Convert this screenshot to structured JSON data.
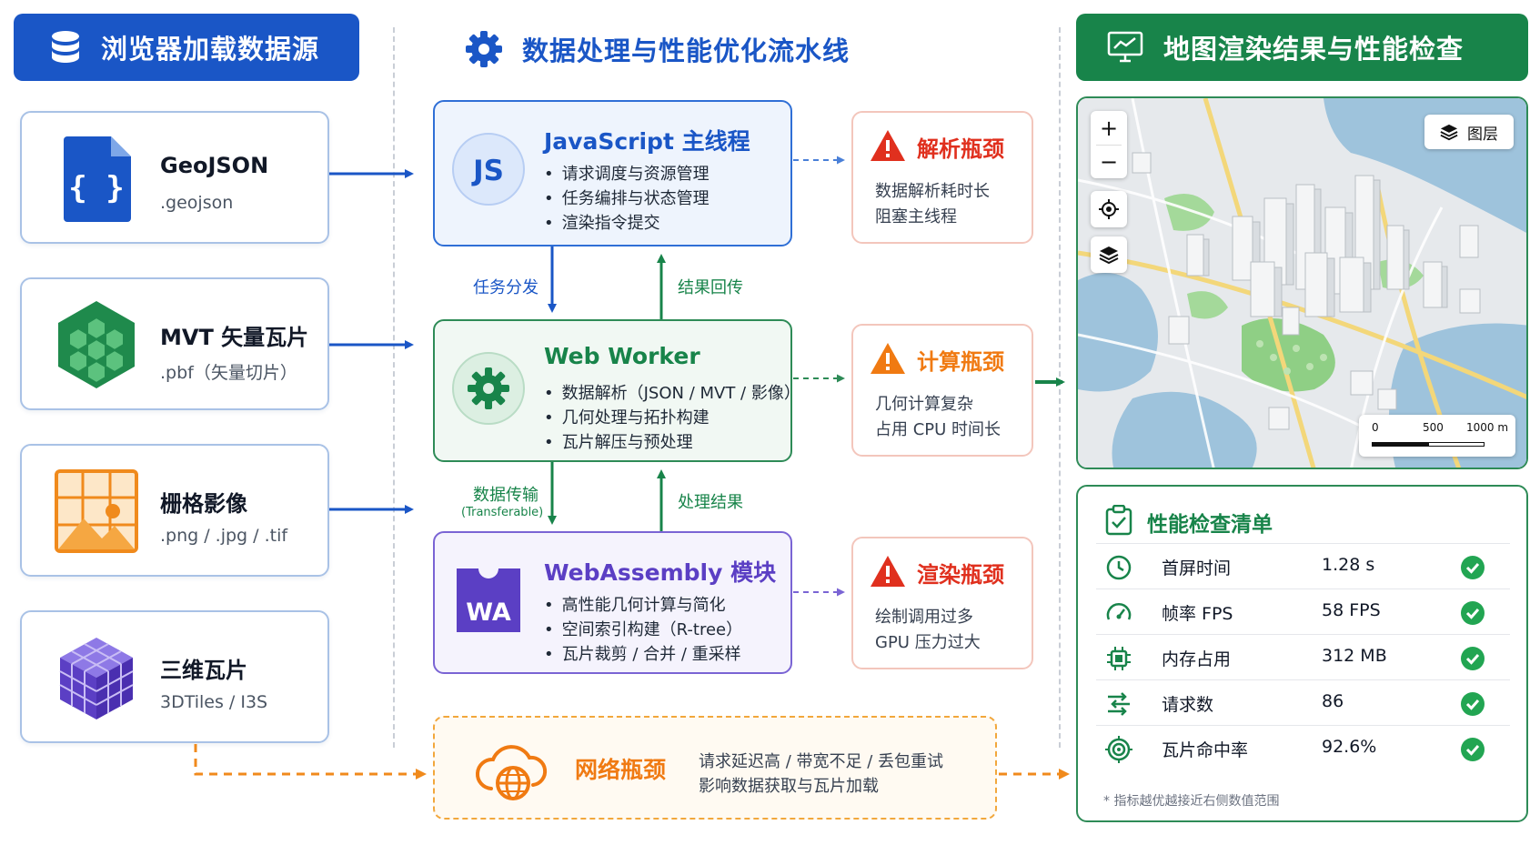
{
  "headers": {
    "sources": "浏览器加载数据源",
    "pipeline": "数据处理与性能优化流水线",
    "results": "地图渲染结果与性能检查"
  },
  "sources": [
    {
      "name": "GeoJSON",
      "ext": ".geojson",
      "icon": "json-file-icon"
    },
    {
      "name": "MVT 矢量瓦片",
      "ext": ".pbf（矢量切片）",
      "icon": "hexagon-tile-icon"
    },
    {
      "name": "栅格影像",
      "ext": ".png / .jpg / .tif",
      "icon": "raster-image-icon"
    },
    {
      "name": "三维瓦片",
      "ext": "3DTiles / I3S",
      "icon": "cube-icon"
    }
  ],
  "pipeline": {
    "js": {
      "badge": "JS",
      "title": "JavaScript 主线程",
      "items": [
        "请求调度与资源管理",
        "任务编排与状态管理",
        "渲染指令提交"
      ]
    },
    "worker": {
      "title": "Web Worker",
      "items": [
        "数据解析（JSON / MVT / 影像）",
        "几何处理与拓扑构建",
        "瓦片解压与预处理"
      ]
    },
    "wasm": {
      "badge": "WA",
      "title": "WebAssembly 模块",
      "items": [
        "高性能几何计算与简化",
        "空间索引构建（R-tree）",
        "瓦片裁剪 / 合并 / 重采样"
      ]
    },
    "arrows": {
      "dispatch": "任务分发",
      "callback": "结果回传",
      "transfer": "数据传输",
      "transfer_note": "(Transferable)",
      "result": "处理结果"
    }
  },
  "bottlenecks": [
    {
      "title": "解析瓶颈",
      "lines": [
        "数据解析耗时长",
        "阻塞主线程"
      ]
    },
    {
      "title": "计算瓶颈",
      "lines": [
        "几何计算复杂",
        "占用 CPU 时间长"
      ]
    },
    {
      "title": "渲染瓶颈",
      "lines": [
        "绘制调用过多",
        "GPU 压力过大"
      ]
    }
  ],
  "network": {
    "title": "网络瓶颈",
    "lines": [
      "请求延迟高 / 带宽不足 / 丢包重试",
      "影响数据获取与瓦片加载"
    ]
  },
  "map": {
    "zoom_in": "+",
    "zoom_out": "−",
    "layer_label": "图层",
    "scale": [
      "0",
      "500",
      "1000 m"
    ]
  },
  "checklist": {
    "title": "性能检查清单",
    "rows": [
      {
        "label": "首屏时间",
        "value": "1.28 s",
        "icon": "clock-icon"
      },
      {
        "label": "帧率 FPS",
        "value": "58 FPS",
        "icon": "speedometer-icon"
      },
      {
        "label": "内存占用",
        "value": "312 MB",
        "icon": "chip-icon"
      },
      {
        "label": "请求数",
        "value": "86",
        "icon": "requests-icon"
      },
      {
        "label": "瓦片命中率",
        "value": "92.6%",
        "icon": "target-icon"
      }
    ],
    "note": "* 指标越优越接近右侧数值范围"
  },
  "colors": {
    "blue": "#1a56c6",
    "green": "#18844a",
    "purple": "#5b3fc4",
    "red": "#e0301e",
    "orange": "#f07a12"
  }
}
